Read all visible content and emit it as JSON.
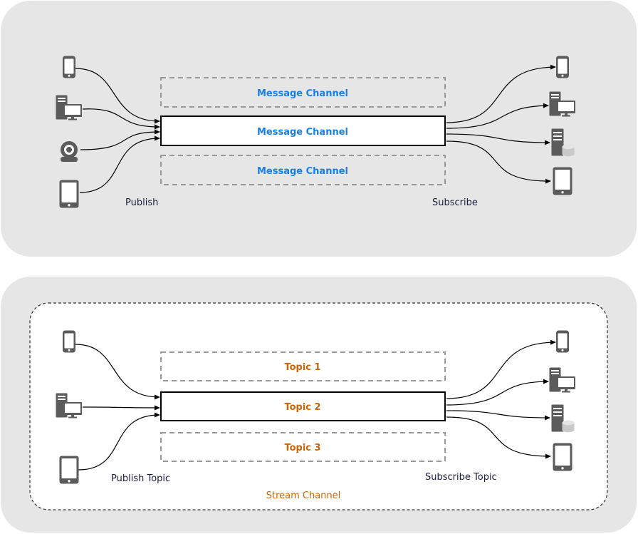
{
  "top_panel": {
    "channels": [
      "Message Channel",
      "Message Channel",
      "Message Channel"
    ],
    "publish_label": "Publish",
    "subscribe_label": "Subscribe",
    "publishers": [
      "mobile-phone-icon",
      "desktop-computer-icon",
      "webcam-icon",
      "tablet-icon"
    ],
    "subscribers": [
      "mobile-phone-icon",
      "desktop-computer-icon",
      "database-server-icon",
      "tablet-icon"
    ]
  },
  "bottom_panel": {
    "topics": [
      "Topic 1",
      "Topic 2",
      "Topic 3"
    ],
    "publish_label": "Publish Topic",
    "subscribe_label": "Subscribe Topic",
    "stream_label": "Stream Channel",
    "publishers": [
      "mobile-phone-icon",
      "desktop-computer-icon",
      "tablet-icon"
    ],
    "subscribers": [
      "mobile-phone-icon",
      "desktop-computer-icon",
      "database-server-icon",
      "tablet-icon"
    ]
  },
  "colors": {
    "panel_bg": "#e6e6e6",
    "channel_label": "#1a7fe6",
    "topic_label": "#c8650a",
    "caption": "#1c1c3c",
    "device": "#5b5b5b"
  }
}
